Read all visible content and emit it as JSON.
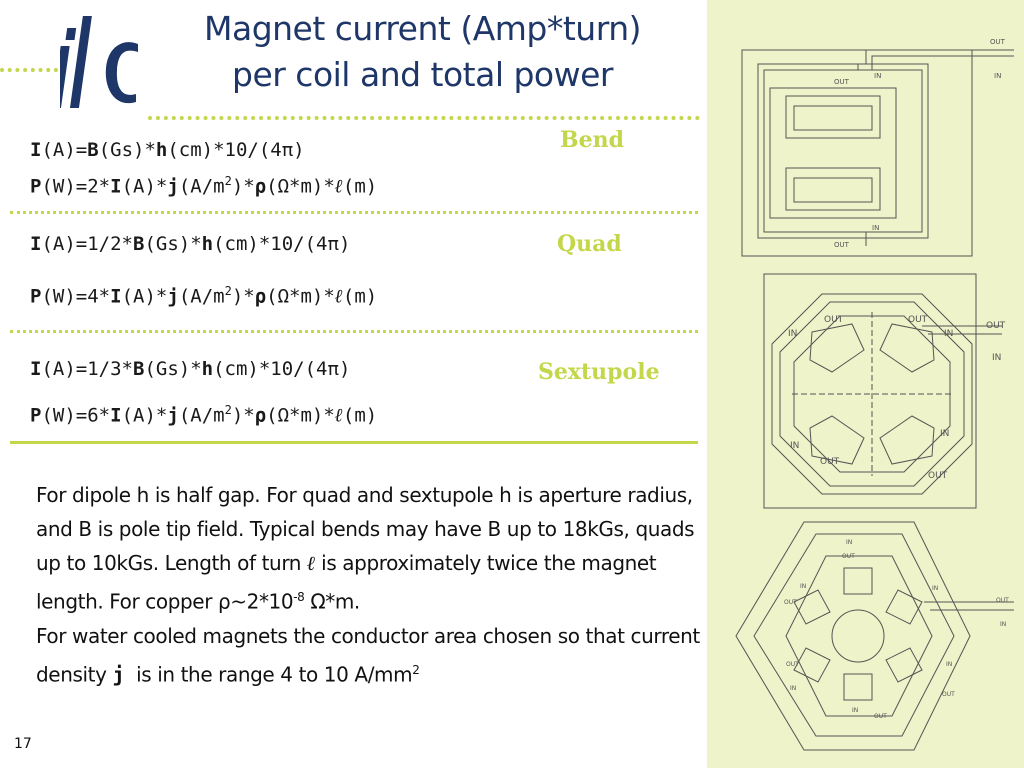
{
  "logo_text": "ilc",
  "title": {
    "line1": "Magnet current (Amp*turn)",
    "line2": "per coil and total power"
  },
  "sections": {
    "bend": {
      "label": "Bend",
      "i_factor": "",
      "p_factor": "2"
    },
    "quad": {
      "label": "Quad",
      "i_factor": "1/2*",
      "p_factor": "4"
    },
    "sextupole": {
      "label": "Sextupole",
      "i_factor": "1/3*",
      "p_factor": "6"
    }
  },
  "formula_parts": {
    "I": "I",
    "A": "(A)",
    "eq": "=",
    "B": "B",
    "Gs": "(Gs)*",
    "h": "h",
    "cm": "(cm)*10/(4π)",
    "P": "P",
    "W": "(W)=",
    "star": "*",
    "j": "j",
    "Am": "(A/m",
    "two": "2",
    "close": ")*",
    "rho": "ρ",
    "ohm": "(Ω*m)*",
    "ell": "ℓ",
    "m": "(m)"
  },
  "paragraph": {
    "s1": "For dipole h is half gap. For quad and sextupole h is aperture radius, and B is pole tip field. Typical bends may have B up to 18kGs, quads up to 10kGs. Length of turn",
    "ell": "ℓ",
    "s2": "is approximately twice the magnet length.  For copper ρ~2*10",
    "exp": "-8",
    "s3": "Ω*m.",
    "s4": "For water cooled magnets the conductor area chosen so that current density",
    "j": "j",
    "s5": "is in the range 4 to 10 A/mm",
    "sq": "2"
  },
  "page_number": "17",
  "diagram_labels": {
    "in": "IN",
    "out": "OUT"
  },
  "colors": {
    "title": "#1f3768",
    "accent": "#c4d64a",
    "panel": "#eef3c9",
    "logo": "#1f3768"
  }
}
